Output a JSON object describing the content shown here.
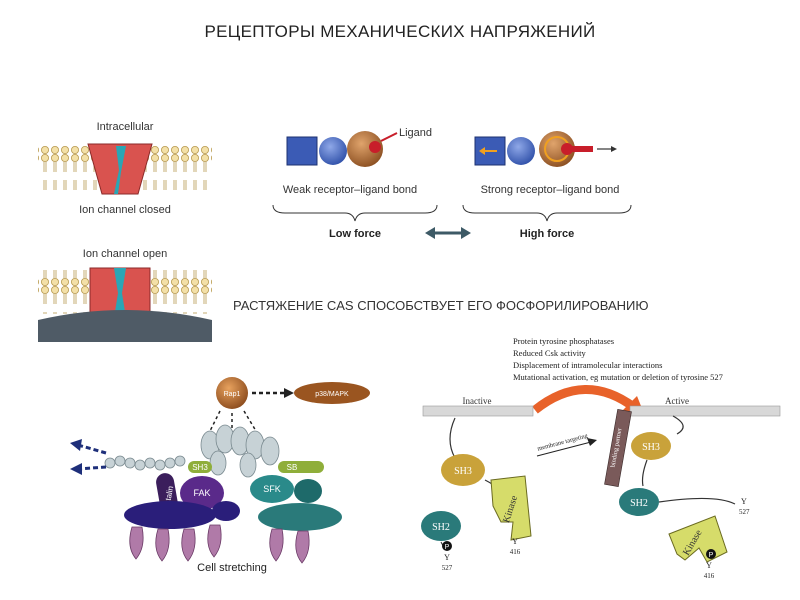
{
  "title": "РЕЦЕПТОРЫ МЕХАНИЧЕСКИХ НАПРЯЖЕНИЙ",
  "subtitle": "РАСТЯЖЕНИЕ CAS СПОСОБСТВУЕТ ЕГО ФОСФОРИЛИРОВАНИЮ",
  "ion_channel": {
    "top_label": "Intracellular",
    "closed_label": "Ion channel closed",
    "open_label": "Ion channel open"
  },
  "receptor_ligand": {
    "ligand_label": "Ligand",
    "weak_label": "Weak receptor–ligand bond",
    "strong_label": "Strong receptor–ligand bond",
    "low_force": "Low force",
    "high_force": "High force"
  },
  "cas_stretch": {
    "rap1": "Rap1",
    "p38": "p38/MAPK",
    "sh3": "SH3",
    "sb": "SB",
    "talin": "talin",
    "fak": "FAK",
    "sfk": "SFK",
    "cell_stretching": "Cell stretching"
  },
  "src_activation": {
    "notes": [
      "Protein tyrosine phosphatases",
      "Reduced Csk activity",
      "Displacement of intramolecular interactions",
      "Mutational activation, eg mutation or deletion of tyrosine 527"
    ],
    "inactive": "Inactive",
    "active": "Active",
    "membrane_targeting": "membrane targeting",
    "binding_partner": "binding partner",
    "sh3": "SH3",
    "sh2": "SH2",
    "kinase": "Kinase",
    "p": "P",
    "y": "Y",
    "y527": "527",
    "y416": "416"
  }
}
